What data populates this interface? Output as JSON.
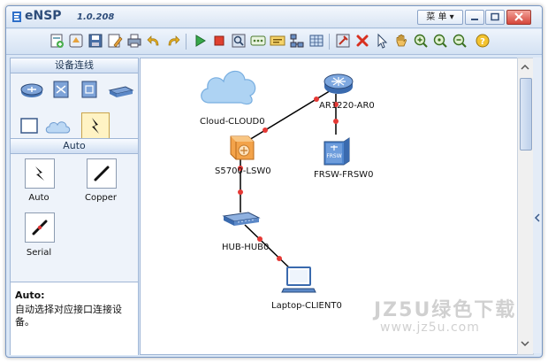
{
  "app": {
    "name": "eNSP",
    "version": "1.0.208",
    "menu_label": "菜 单"
  },
  "toolbar": {
    "icons": [
      "new-topology-icon",
      "open-icon",
      "save-icon",
      "save-as-icon",
      "print-icon",
      "undo-icon",
      "redo-icon",
      "start-device-icon",
      "stop-device-icon",
      "capture-icon",
      "cli-icon",
      "text-label-icon",
      "topology-icon",
      "grid-icon",
      "settings-icon",
      "delete-icon",
      "select-pointer-icon",
      "hand-move-icon",
      "zoom-in-icon",
      "zoom-reset-icon",
      "zoom-out-icon",
      "help-icon"
    ]
  },
  "left_panel": {
    "device_header": "设备连线",
    "connection_header": "Auto",
    "connections": [
      {
        "name": "auto",
        "label": "Auto"
      },
      {
        "name": "copper",
        "label": "Copper"
      },
      {
        "name": "serial",
        "label": "Serial"
      }
    ],
    "description": {
      "title": "Auto:",
      "text": "自动选择对应接口连接设备。"
    }
  },
  "topology": {
    "nodes": {
      "cloud": "Cloud-CLOUD0",
      "router": "AR1220-AR0",
      "switch": "S5700-LSW0",
      "frsw": "FRSW-FRSW0",
      "frsw_badge": "FRSW",
      "hub": "HUB-HUB0",
      "laptop": "Laptop-CLIENT0"
    }
  },
  "watermark": {
    "brand": "JZ5U绿色下载",
    "url": "www.jz5u.com"
  },
  "colors": {
    "link": "#000000",
    "port_dot": "#e53935",
    "window_border": "#7a99c5"
  }
}
